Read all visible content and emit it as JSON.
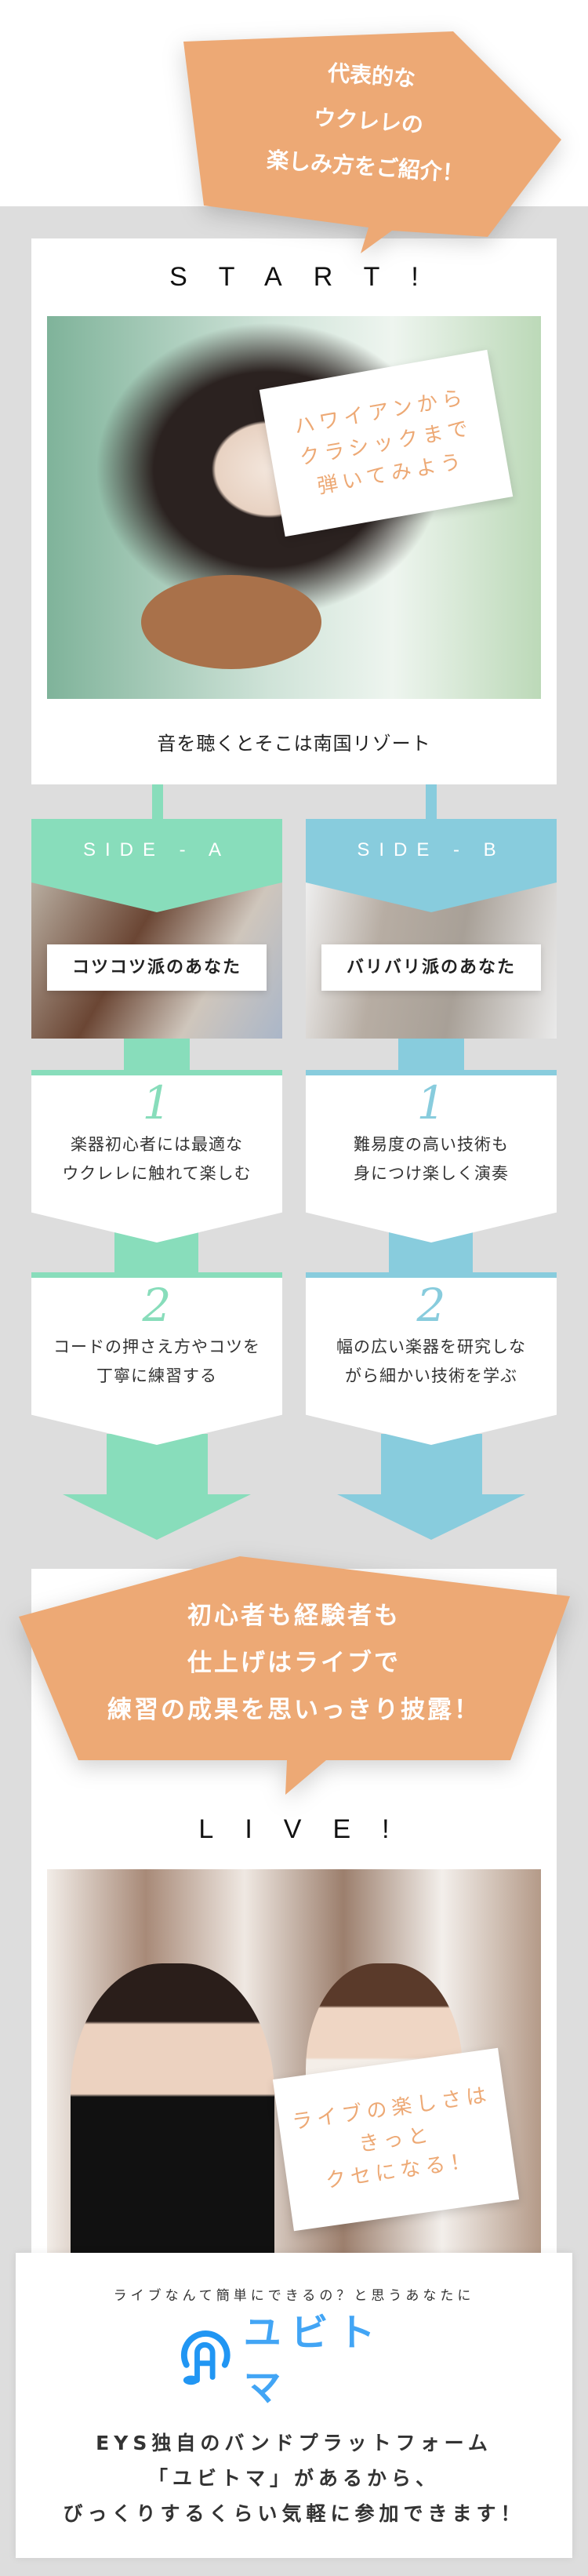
{
  "colors": {
    "orange": "#eda975",
    "green": "#88ddbb",
    "blue": "#88ccdd",
    "gray": "#dddddd",
    "logo_blue": "#2196f3"
  },
  "intro_banner": {
    "lines": [
      "代表的な",
      "ウクレレの",
      "楽しみ方をご紹介！"
    ]
  },
  "start": {
    "title": "START!",
    "note_lines": [
      "ハワイアンから",
      "クラシックまで",
      "弾いてみよう"
    ],
    "caption": "音を聴くとそこは南国リゾート"
  },
  "sides": [
    {
      "header": "SIDE - A",
      "label": "コツコツ派のあなた",
      "steps": [
        {
          "number": "1",
          "lines": [
            "楽器初心者には最適な",
            "ウクレレに触れて楽しむ"
          ]
        },
        {
          "number": "2",
          "lines": [
            "コードの押さえ方やコツを",
            "丁寧に練習する"
          ]
        }
      ]
    },
    {
      "header": "SIDE - B",
      "label": "バリバリ派のあなた",
      "steps": [
        {
          "number": "1",
          "lines": [
            "難易度の高い技術も",
            "身につけ楽しく演奏"
          ]
        },
        {
          "number": "2",
          "lines": [
            "幅の広い楽器を研究しな",
            "がら細かい技術を学ぶ"
          ]
        }
      ]
    }
  ],
  "merge_banner": {
    "lines": [
      "初心者も経験者も",
      "仕上げはライブで",
      "練習の成果を思いっきり披露！"
    ]
  },
  "live": {
    "title": "LIVE!",
    "note_lines": [
      "ライブの楽しさは",
      "きっと",
      "クセになる！"
    ]
  },
  "footer": {
    "lead": "ライブなんて簡単にできるの？と思うあなたに",
    "logo_text": "ユビトマ",
    "body_lines": [
      "EYS独自のバンドプラットフォーム",
      "「ユビトマ」があるから、",
      "びっくりするくらい気軽に参加できます！"
    ]
  }
}
